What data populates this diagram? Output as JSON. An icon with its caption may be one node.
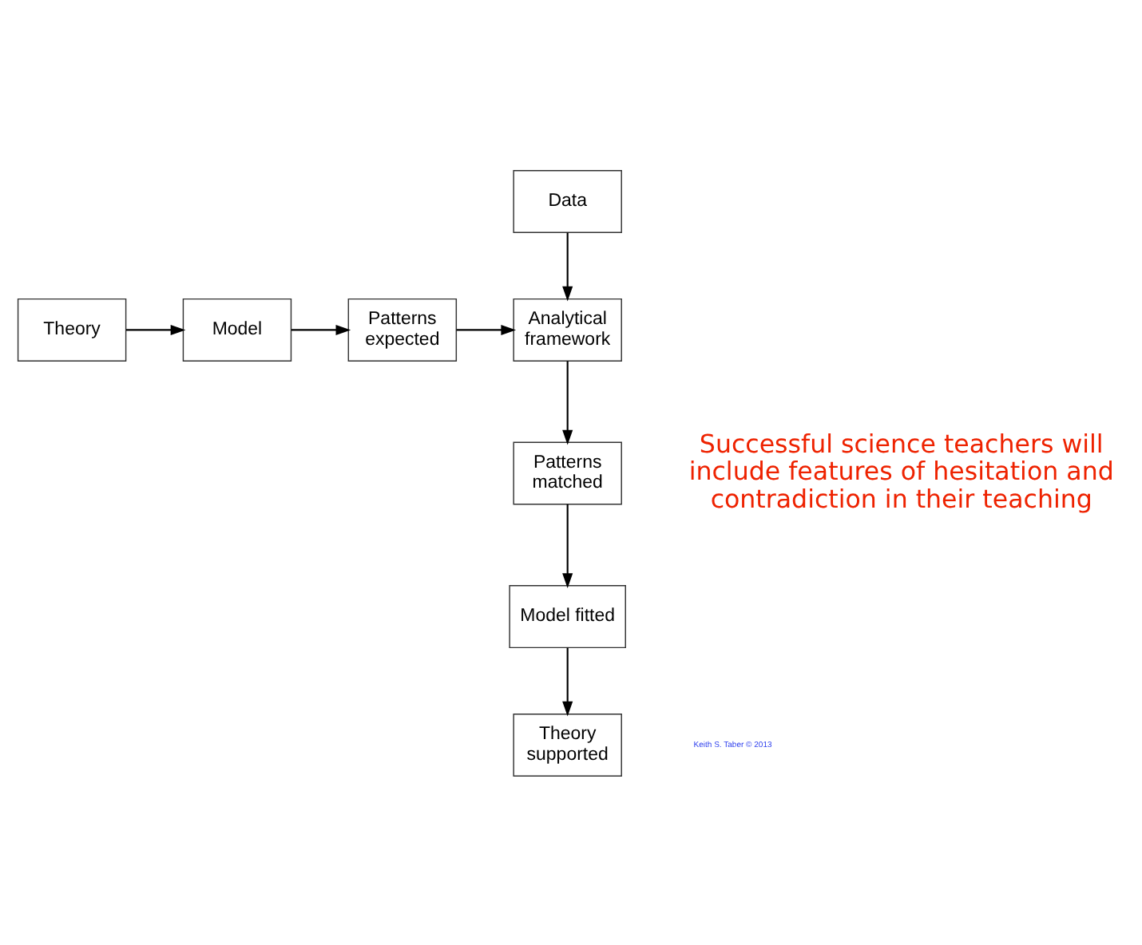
{
  "diagram": {
    "nodes": [
      {
        "text": [
          "Data"
        ]
      },
      {
        "text": [
          "Theory"
        ]
      },
      {
        "text": [
          "Model"
        ]
      },
      {
        "text": [
          "Patterns expected"
        ]
      },
      {
        "text": [
          "Analytical framework"
        ]
      },
      {
        "text": [
          "Patterns matched"
        ]
      },
      {
        "text": [
          "Model fitted"
        ]
      },
      {
        "text": [
          "Theory supported"
        ]
      }
    ],
    "edges": [
      {
        "from": 1,
        "to": 2,
        "arrow": "to"
      },
      {
        "from": 2,
        "to": 3,
        "arrow": "to"
      },
      {
        "from": 3,
        "to": 4,
        "arrow": "to"
      },
      {
        "from": 0,
        "to": 4,
        "arrow": "to"
      },
      {
        "from": 4,
        "to": 5,
        "arrow": "to"
      },
      {
        "from": 5,
        "to": 6,
        "arrow": "to"
      },
      {
        "from": 6,
        "to": 7,
        "arrow": "to"
      }
    ],
    "labels": [
      "Successful science teachers will include features of hesitation and contradiction in their teaching",
      "Keith S. Taber © 2013"
    ]
  }
}
